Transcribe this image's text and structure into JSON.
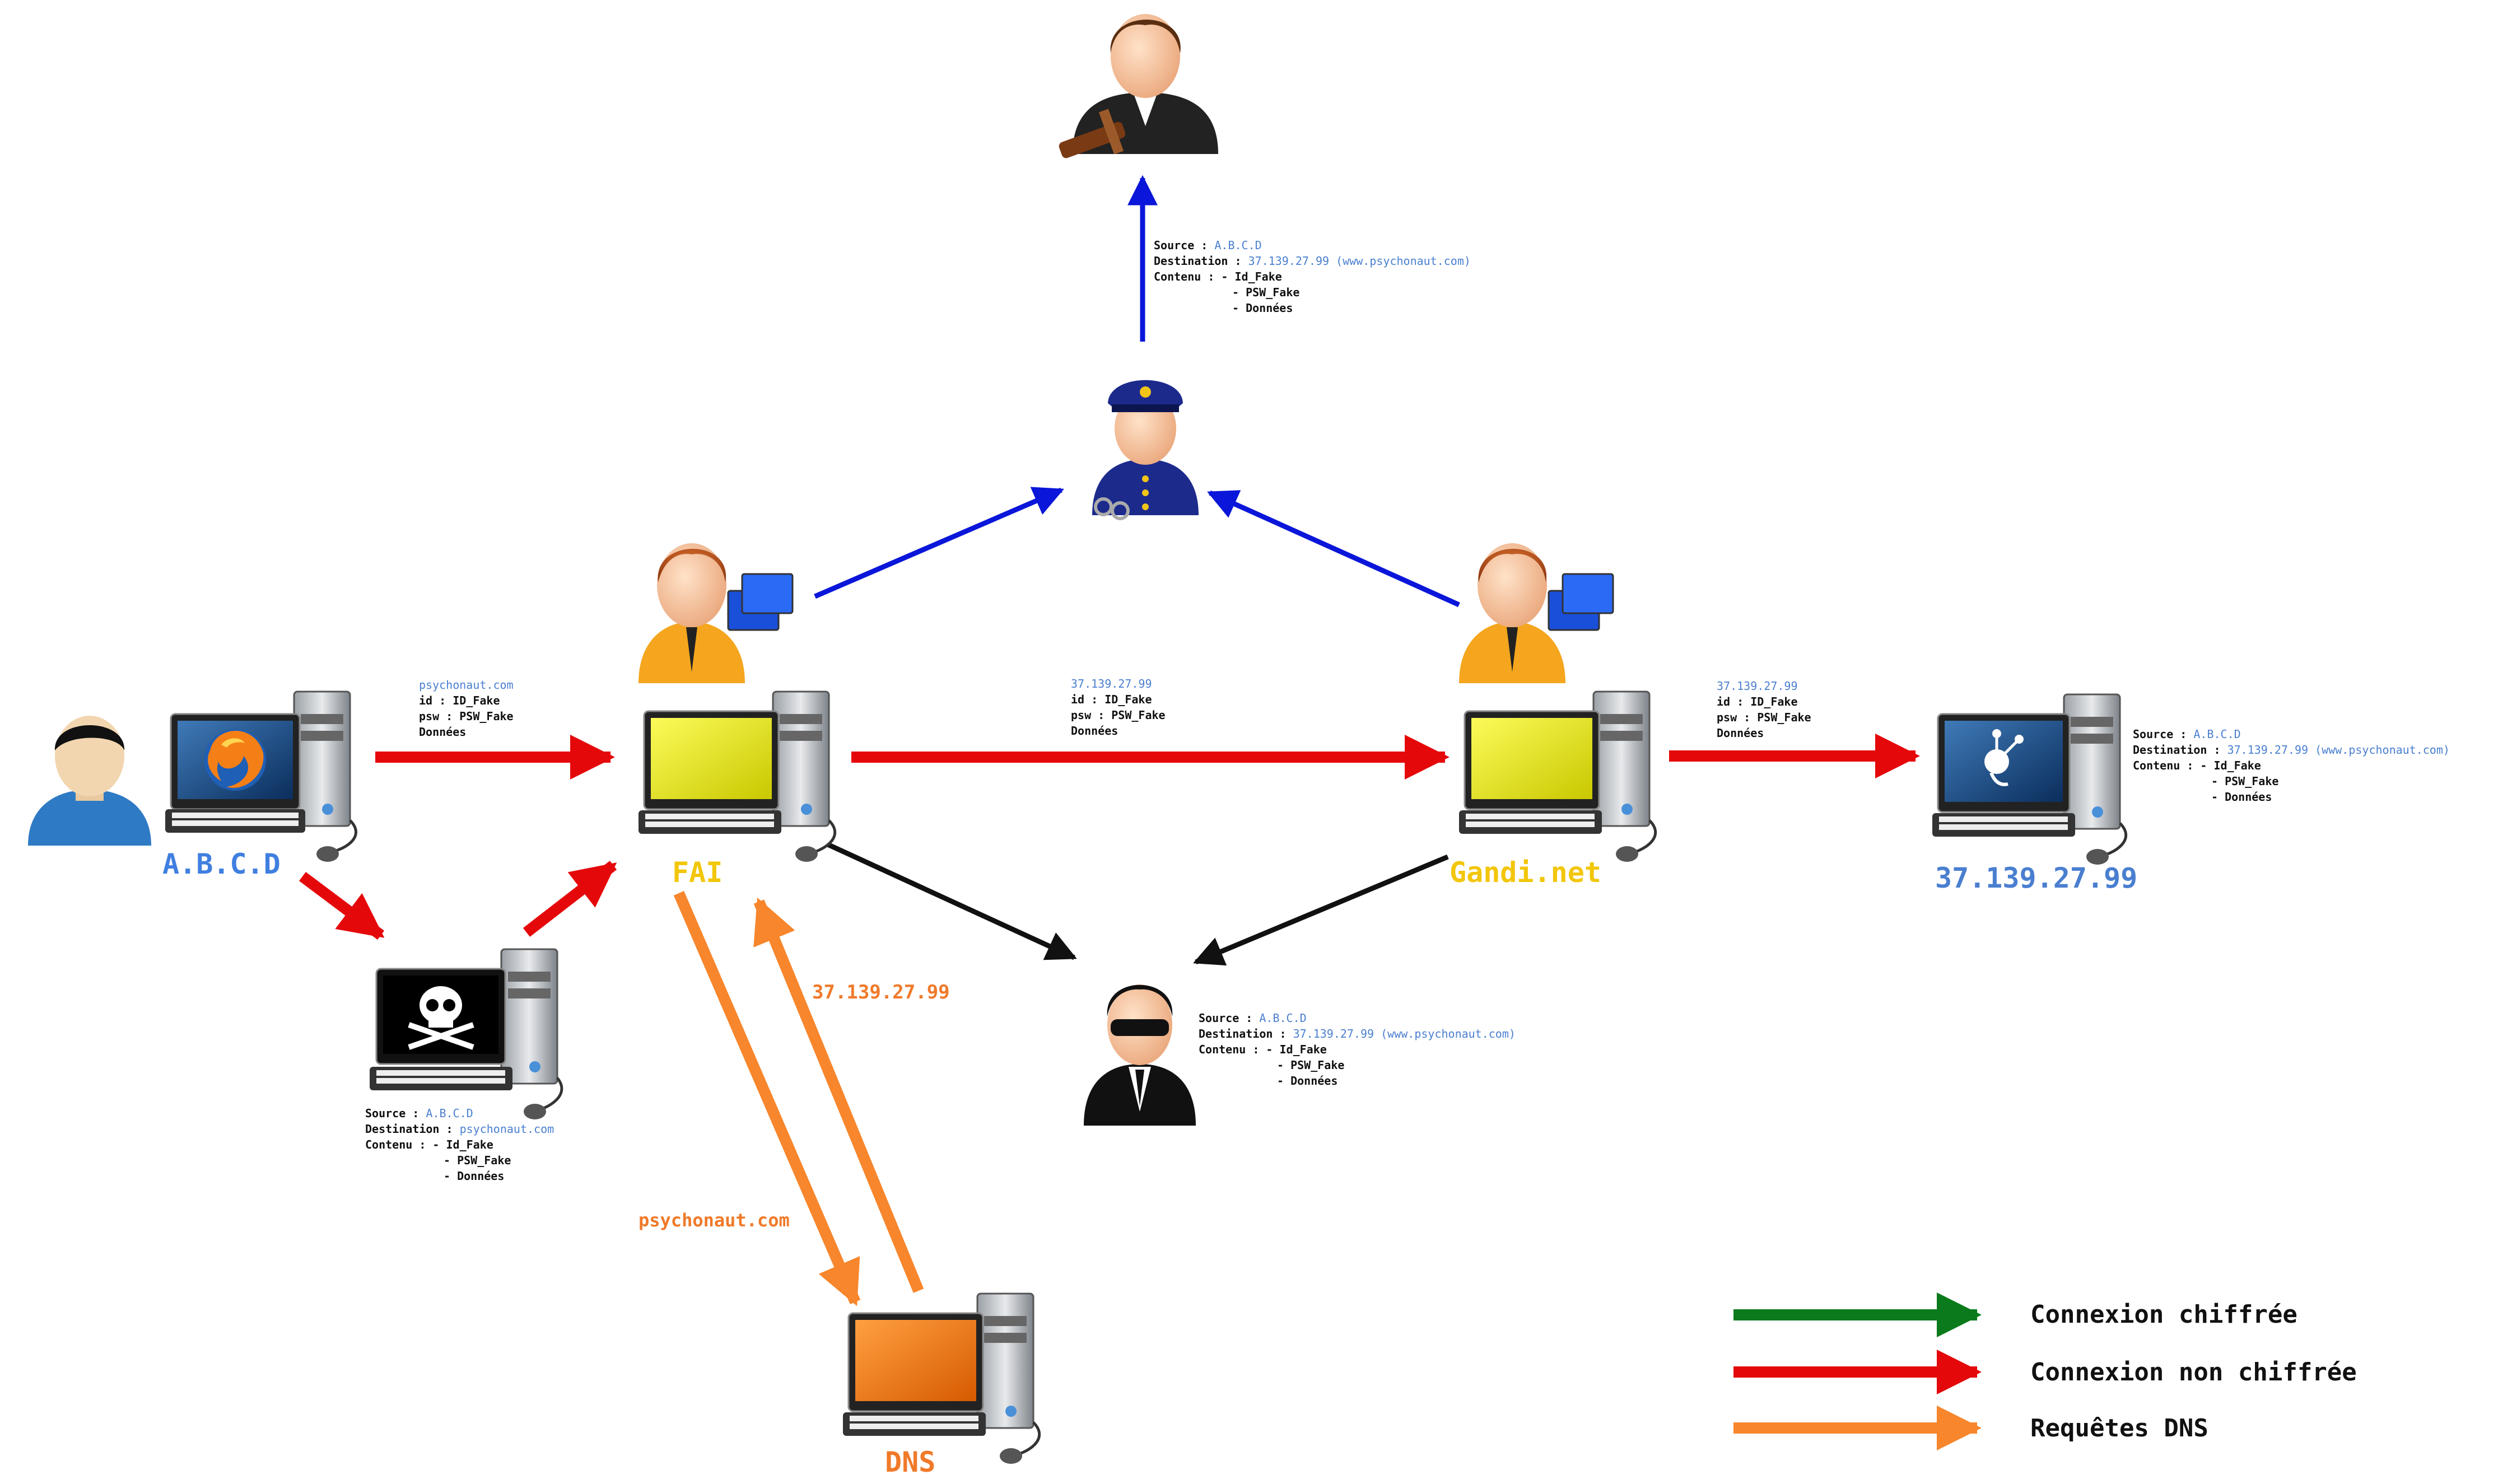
{
  "colors": {
    "encrypted": "#0b7a1c",
    "unencrypted": "#e5080b",
    "dns": "#f7862c",
    "surveillance": "#0a16d9",
    "interception": "#111111",
    "label_blue": "#3f7fe0",
    "label_yellow": "#f2c60a",
    "label_orange": "#f07a2a"
  },
  "nodes": {
    "user_pc": {
      "label": "A.B.C.D",
      "icon": "firefox-screen-icon"
    },
    "attacker_pc": {
      "icon": "skull-screen-icon"
    },
    "fai": {
      "label": "FAI",
      "icon": "operator-icon"
    },
    "gandi": {
      "label": "Gandi.net",
      "icon": "operator-icon"
    },
    "server": {
      "label": "37.139.27.99",
      "icon": "psychonaut-screen-icon"
    },
    "dns": {
      "label": "DNS"
    },
    "police": {
      "icon": "police-officer-icon"
    },
    "judge": {
      "icon": "judge-icon"
    },
    "agent": {
      "icon": "secret-agent-icon"
    },
    "user": {
      "icon": "user-avatar-icon"
    }
  },
  "packets": {
    "user_to_fai": {
      "line1": "psychonaut.com",
      "line2": "id : ID_Fake",
      "line3": "psw : PSW_Fake",
      "line4": "Données"
    },
    "fai_to_gandi": {
      "line1": "37.139.27.99",
      "line2": "id : ID_Fake",
      "line3": "psw : PSW_Fake",
      "line4": "Données"
    },
    "gandi_to_server": {
      "line1": "37.139.27.99",
      "line2": "id : ID_Fake",
      "line3": "psw : PSW_Fake",
      "line4": "Données"
    }
  },
  "dns_labels": {
    "response": "37.139.27.99",
    "query": "psychonaut.com"
  },
  "info_boxes": {
    "judge": {
      "source_label": "Source : ",
      "source_value": "A.B.C.D",
      "dest_label": "Destination : ",
      "dest_value": "37.139.27.99 (www.psychonaut.com)",
      "content_label": "Contenu : - Id_Fake",
      "content2": "- PSW_Fake",
      "content3": "- Données"
    },
    "server": {
      "source_label": "Source : ",
      "source_value": "A.B.C.D",
      "dest_label": "Destination : ",
      "dest_value": "37.139.27.99 (www.psychonaut.com)",
      "content_label": "Contenu : - Id_Fake",
      "content2": "- PSW_Fake",
      "content3": "- Données"
    },
    "agent": {
      "source_label": "Source : ",
      "source_value": "A.B.C.D",
      "dest_label": "Destination : ",
      "dest_value": "37.139.27.99 (www.psychonaut.com)",
      "content_label": "Contenu : - Id_Fake",
      "content2": "- PSW_Fake",
      "content3": "- Données"
    },
    "attacker": {
      "source_label": "Source : ",
      "source_value": "A.B.C.D",
      "dest_label": "Destination : ",
      "dest_value": "psychonaut.com",
      "content_label": "Contenu : - Id_Fake",
      "content2": "- PSW_Fake",
      "content3": "- Données"
    }
  },
  "legend": {
    "encrypted": "Connexion chiffrée",
    "unencrypted": "Connexion non chiffrée",
    "dns": "Requêtes DNS"
  }
}
